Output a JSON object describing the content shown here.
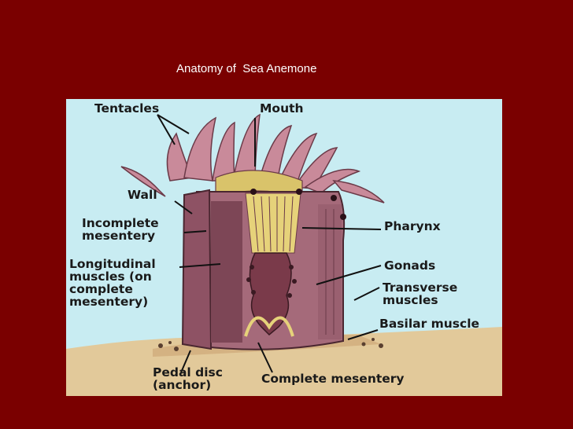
{
  "slide": {
    "title": "Anatomy of  Sea Anemone"
  },
  "diagram": {
    "labels": {
      "tentacles": "Tentacles",
      "mouth": "Mouth",
      "wall": "Wall",
      "incomplete_mesentery": "Incomplete\nmesentery",
      "longitudinal_muscles": "Longitudinal\nmuscles (on\ncomplete\nmesentery)",
      "pharynx": "Pharynx",
      "gonads": "Gonads",
      "transverse_muscles": "Transverse\nmuscles",
      "basilar_muscle": "Basilar muscle",
      "pedal_disc": "Pedal disc\n(anchor)",
      "complete_mesentery": "Complete mesentery"
    },
    "colors": {
      "slide_background": "#7a0000",
      "diagram_background": "#c8ecf2",
      "body_wall": "#a56a7a",
      "sand": "#e2c99a"
    }
  }
}
